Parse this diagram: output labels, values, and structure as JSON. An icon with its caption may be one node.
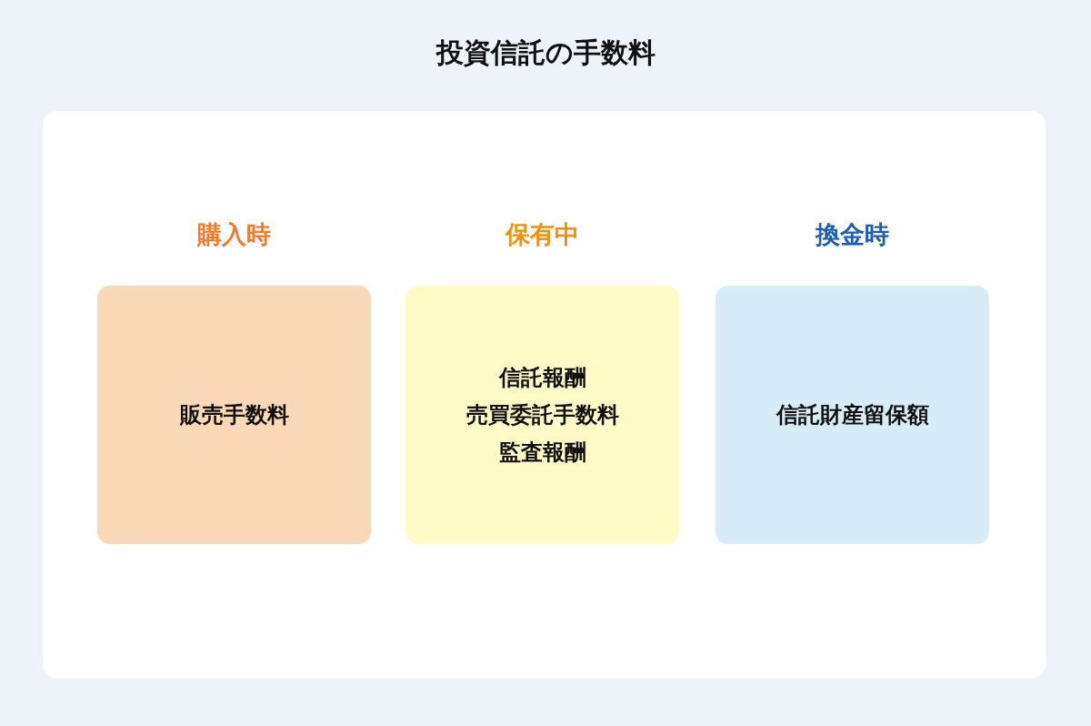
{
  "diagram": {
    "title": "投資信託の手数料",
    "nodes": [
      {
        "text": [
          "購入時",
          "販売手数料"
        ]
      },
      {
        "text": [
          "保有中",
          "信託報酬",
          "売買委託手数料",
          "監査報酬"
        ]
      },
      {
        "text": [
          "換金時",
          "信託財産留保額"
        ]
      }
    ]
  }
}
